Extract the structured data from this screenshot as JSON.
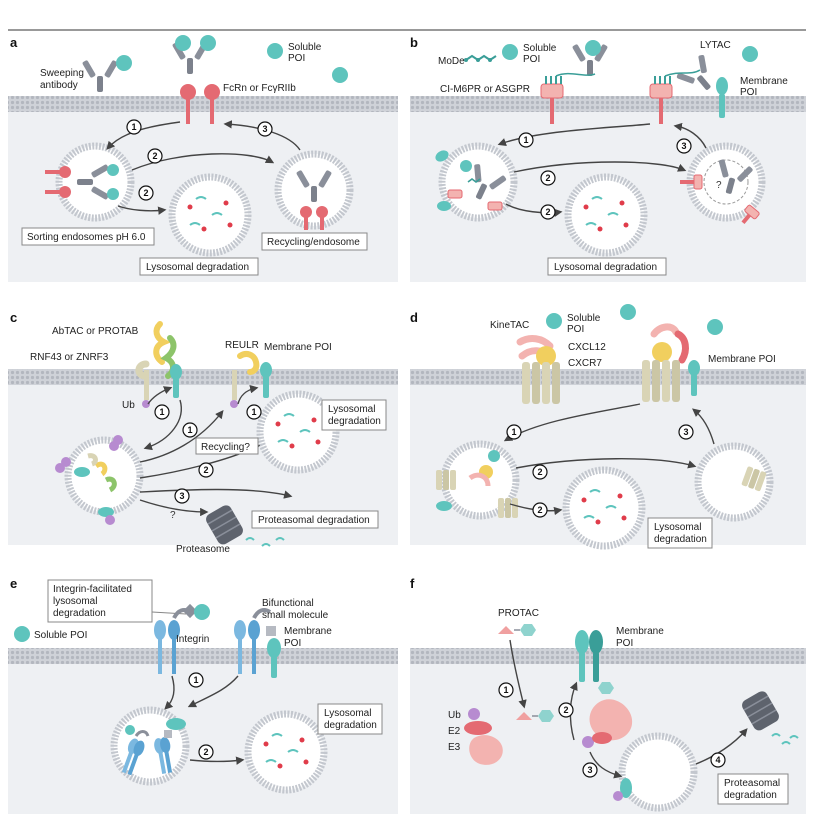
{
  "panels": {
    "a": {
      "letter": "a",
      "labels": {
        "sweeping_antibody": [
          "Sweeping",
          "antibody"
        ],
        "fcrn": "FcRn or FcγRIIb",
        "soluble_poi": [
          "Soluble",
          "POI"
        ],
        "sorting_box": "Sorting endosomes pH 6.0",
        "recycling_box": "Recycling/endosome",
        "lysosomal_box": "Lysosomal degradation"
      },
      "steps": [
        "1",
        "2",
        "2",
        "3"
      ]
    },
    "b": {
      "letter": "b",
      "labels": {
        "mode": "MoDe",
        "soluble_poi": [
          "Soluble",
          "POI"
        ],
        "lytac": "LYTAC",
        "membrane_poi": [
          "Membrane",
          "POI"
        ],
        "ci_m6pr": "CI-M6PR or ASGPR",
        "lysosomal_box": "Lysosomal degradation",
        "question": "?"
      },
      "steps": [
        "1",
        "2",
        "2",
        "3"
      ]
    },
    "c": {
      "letter": "c",
      "labels": {
        "abtac": "AbTAC or PROTAB",
        "rnf43": "RNF43 or ZNRF3",
        "reulr": "REULR",
        "membrane_poi": "Membrane POI",
        "ub": "Ub",
        "recycling": "Recycling?",
        "lysosomal_box": [
          "Lysosomal",
          "degradation"
        ],
        "proteasomal_box": "Proteasomal degradation",
        "proteasome": "Proteasome",
        "question": "?"
      },
      "steps": [
        "1",
        "1",
        "1",
        "2",
        "3"
      ]
    },
    "d": {
      "letter": "d",
      "labels": {
        "kinetac": "KineTAC",
        "soluble_poi": [
          "Soluble",
          "POI"
        ],
        "cxcl12": "CXCL12",
        "cxcr7": "CXCR7",
        "membrane_poi": "Membrane POI",
        "lysosomal_box": [
          "Lysosomal",
          "degradation"
        ]
      },
      "steps": [
        "1",
        "2",
        "2",
        "3"
      ]
    },
    "e": {
      "letter": "e",
      "labels": {
        "integrin_box": [
          "Integrin-facilitated",
          "lysosomal",
          "degradation"
        ],
        "integrin": "Integrin",
        "soluble_poi": "Soluble POI",
        "bifunctional": [
          "Bifunctional",
          "small molecule"
        ],
        "membrane_poi": [
          "Membrane",
          "POI"
        ],
        "lysosomal_box": [
          "Lysosomal",
          "degradation"
        ]
      },
      "steps": [
        "1",
        "2"
      ]
    },
    "f": {
      "letter": "f",
      "labels": {
        "protac": "PROTAC",
        "membrane_poi": [
          "Membrane",
          "POI"
        ],
        "ub": "Ub",
        "e2": "E2",
        "e3": "E3",
        "proteasomal_box": [
          "Proteasomal",
          "degradation"
        ]
      },
      "steps": [
        "1",
        "2",
        "3",
        "4"
      ]
    }
  },
  "colors": {
    "membrane": "#cfd2d8",
    "membrane_dot": "#b9bdc5",
    "cytosol": "#eef0f3",
    "antibody": "#8a8f9a",
    "antibody_dark": "#5e636d",
    "teal": "#5ec4bd",
    "teal_dark": "#3a9e98",
    "pink": "#e46a72",
    "pink_light": "#f3b3b0",
    "salmon": "#f0a0a0",
    "purple": "#b78bd0",
    "yellow": "#f1cf5e",
    "green": "#8dc46a",
    "beige": "#d9d4b5",
    "blue": "#7bb8e0",
    "red_dot": "#e03c4a"
  }
}
